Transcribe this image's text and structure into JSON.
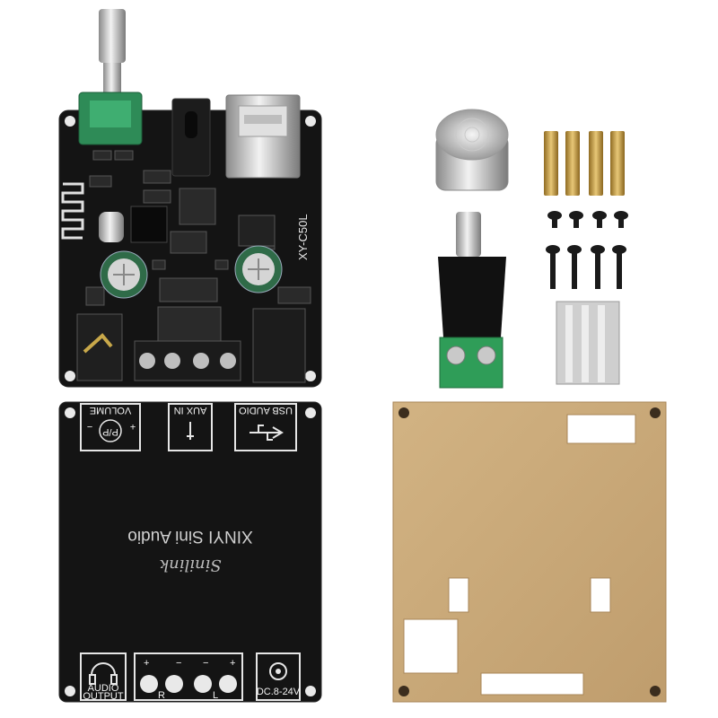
{
  "pcb": {
    "model": "XY-C50L"
  },
  "back_panel": {
    "volume_label": "VOLUME",
    "pp_label": "P/P",
    "plus": "+",
    "minus": "−",
    "aux_label": "AUX IN",
    "usb_label": "USB AUDIO",
    "brand": "XINYI Sini Audio",
    "script_logo": "Sinilink",
    "audio_output_label": "AUDIO\nOUTPUT",
    "r_label": "R",
    "l_label": "L",
    "dc_label": "DC.8-24V"
  },
  "colors": {
    "pcb": "#141414",
    "acrylic": "#caa97a",
    "terminal_green": "#2f9d58",
    "potentiometer_green": "#2e8b57",
    "brass": "#c9a24a"
  }
}
